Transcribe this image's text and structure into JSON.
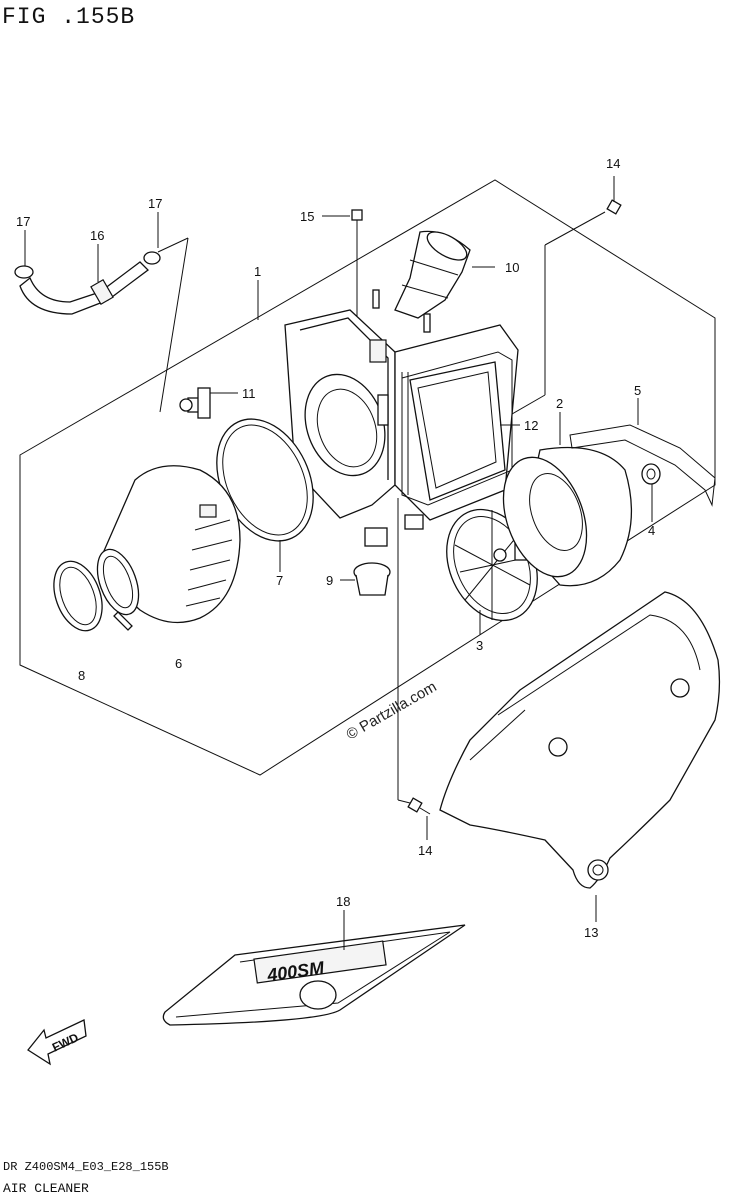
{
  "figure": {
    "title": "FIG .155B",
    "code": "DR Z400SM4_E03_E28_155B",
    "name": "AIR CLEANER",
    "watermark": "© Partzilla.com",
    "fwd_label": "FWD",
    "decal_text": "400SM"
  },
  "callouts": [
    {
      "id": "c1",
      "label": "1"
    },
    {
      "id": "c2",
      "label": "2"
    },
    {
      "id": "c3",
      "label": "3"
    },
    {
      "id": "c4",
      "label": "4"
    },
    {
      "id": "c5",
      "label": "5"
    },
    {
      "id": "c6",
      "label": "6"
    },
    {
      "id": "c7",
      "label": "7"
    },
    {
      "id": "c8",
      "label": "8"
    },
    {
      "id": "c9",
      "label": "9"
    },
    {
      "id": "c10",
      "label": "10"
    },
    {
      "id": "c11",
      "label": "11"
    },
    {
      "id": "c12",
      "label": "12"
    },
    {
      "id": "c13",
      "label": "13"
    },
    {
      "id": "c14a",
      "label": "14"
    },
    {
      "id": "c14b",
      "label": "14"
    },
    {
      "id": "c15",
      "label": "15"
    },
    {
      "id": "c16",
      "label": "16"
    },
    {
      "id": "c17a",
      "label": "17"
    },
    {
      "id": "c17b",
      "label": "17"
    },
    {
      "id": "c18",
      "label": "18"
    }
  ]
}
